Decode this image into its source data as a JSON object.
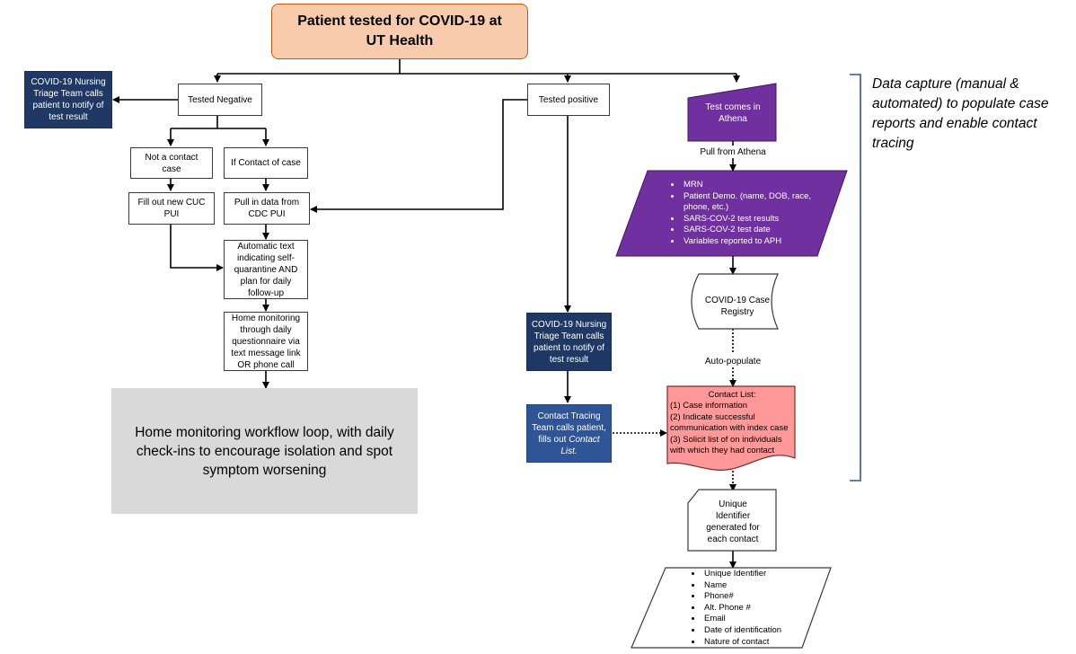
{
  "start": {
    "line1": "Patient tested for COVID-19 at",
    "line2": "UT Health"
  },
  "negative_branch": {
    "nursing_triage": "COVID-19 Nursing Triage Team calls patient to notify of test result",
    "tested_negative": "Tested Negative",
    "not_contact": "Not a contact case",
    "if_contact": "If Contact of case",
    "fill_out": "Fill out new CUC PUI",
    "pull_cdc": "Pull in data from CDC PUI",
    "auto_text": "Automatic text indicating self-quarantine AND plan for daily follow-up",
    "home_monitoring": "Home monitoring through daily questionnaire via text message link OR phone call",
    "loop_note": "Home monitoring workflow loop, with daily check-ins to encourage isolation and spot symptom worsening"
  },
  "positive_branch": {
    "tested_positive": "Tested positive",
    "nursing_triage": "COVID-19 Nursing Triage Team calls patient to notify of test result",
    "contact_tracing_main": "Contact Tracing Team calls patient, fills out ",
    "contact_tracing_em": "Contact List."
  },
  "athena_branch": {
    "test_comes_in": "Test comes in Athena",
    "pull_label": "Pull from Athena",
    "fields": [
      "MRN",
      "Patient Demo. (name, DOB, race, phone, etc.)",
      "SARS-COV-2 test results",
      "SARS-COV-2 test date",
      "Variables reported to APH"
    ],
    "registry": "COVID-19 Case Registry",
    "auto_populate": "Auto-populate",
    "contact_list_title": "Contact List:",
    "contact_list_items": [
      "(1) Case information",
      "(2) Indicate successful communication with index case",
      "(3) Solicit list of on individuals with which they had contact"
    ],
    "unique_id": "Unique Identifier generated for each contact",
    "contact_fields": [
      "Unique Identifier",
      "Name",
      "Phone#",
      "Alt. Phone #",
      "Email",
      "Date of identification",
      "Nature of contact"
    ]
  },
  "bracket_note": "Data capture (manual & automated) to populate case reports and enable contact tracing",
  "colors": {
    "start_fill": "#f8cbad",
    "start_border": "#c55a11",
    "navy": "#1f3864",
    "blue": "#2f5597",
    "purple": "#7030a0",
    "pink": "#ff9999",
    "gray": "#d9d9d9",
    "bracket": "#2f5597"
  }
}
